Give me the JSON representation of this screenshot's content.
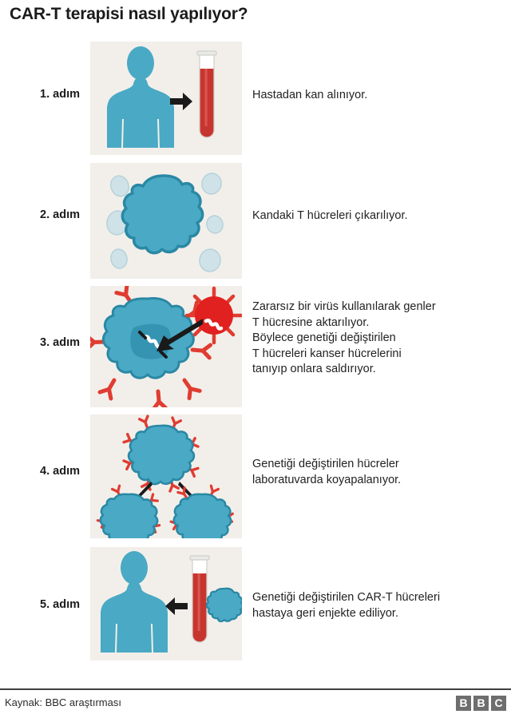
{
  "title": "CAR-T terapisi nasıl yapılıyor?",
  "colors": {
    "panel_bg": "#f2efea",
    "teal": "#4aa9c4",
    "teal_dark": "#2a88a4",
    "teal_pale": "#cfe2e8",
    "red": "#c7352f",
    "red_light": "#d9534f",
    "arrow": "#1a1a1a",
    "rule": "#3f3f3f",
    "bbc_gray": "#6e6e6e"
  },
  "steps": [
    {
      "label": "1. adım",
      "text_lines": [
        "Hastadan kan alınıyor."
      ],
      "art": "patient-blood-draw",
      "icons": [
        "person-icon",
        "arrow-right-icon",
        "blood-tube-icon"
      ]
    },
    {
      "label": "2. adım",
      "text_lines": [
        "Kandaki T hücreleri çıkarılıyor."
      ],
      "art": "t-cell-extraction",
      "icons": [
        "t-cell-icon",
        "blood-cell-icon"
      ]
    },
    {
      "label": "3. adım",
      "text_lines": [
        "Zararsız bir virüs kullanılarak genler",
        "T hücresine aktarılıyor.",
        "Böylece genetiği değiştirilen",
        "T hücreleri kanser hücrelerini",
        "tanıyıp onlara saldırıyor."
      ],
      "art": "virus-gene-transfer",
      "icons": [
        "car-t-cell-icon",
        "virus-icon",
        "gene-icon",
        "arrow-diagonal-icon"
      ]
    },
    {
      "label": "4. adım",
      "text_lines": [
        "Genetiği değiştirilen hücreler",
        "laboratuvarda koyapalanıyor."
      ],
      "art": "cell-multiplication",
      "icons": [
        "car-t-cell-icon",
        "arrow-down-left-icon",
        "arrow-down-right-icon"
      ]
    },
    {
      "label": "5. adım",
      "text_lines": [
        "Genetiği değiştirilen CAR-T hücreleri",
        "hastaya geri enjekte ediliyor."
      ],
      "art": "patient-reinfusion",
      "icons": [
        "person-icon",
        "arrow-left-icon",
        "blood-tube-icon",
        "car-t-cell-icon"
      ]
    }
  ],
  "footer": {
    "source": "Kaynak: BBC araştırması",
    "logo_letters": [
      "B",
      "B",
      "C"
    ]
  }
}
